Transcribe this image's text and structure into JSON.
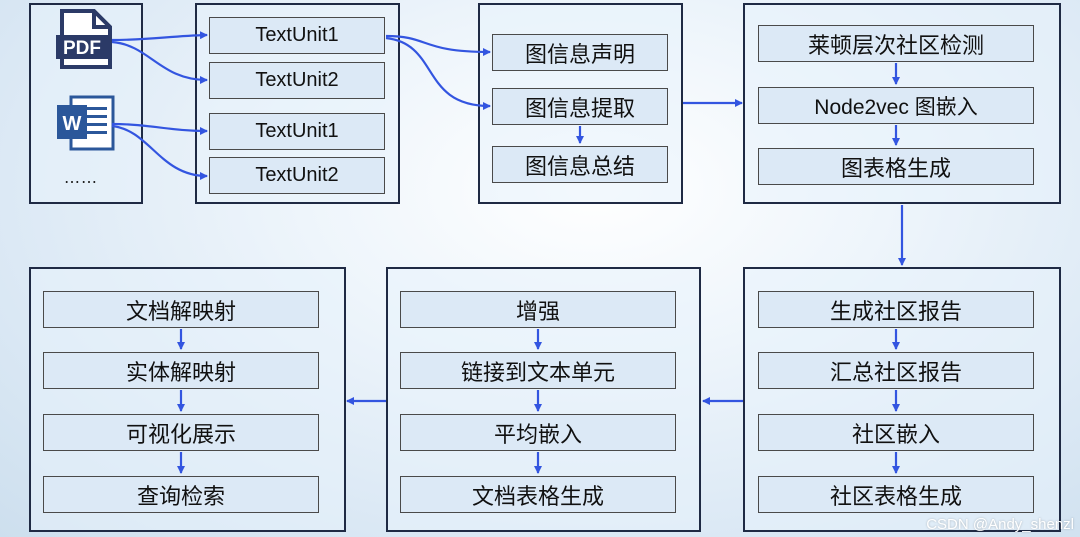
{
  "sources": {
    "pdf_label": "PDF",
    "word_label": "W",
    "more": "……"
  },
  "text_units": [
    "TextUnit1",
    "TextUnit2",
    "TextUnit1",
    "TextUnit2"
  ],
  "graph_extraction": [
    "图信息声明",
    "图信息提取",
    "图信息总结"
  ],
  "graph_processing": [
    "莱顿层次社区检测",
    "Node2vec 图嵌入",
    "图表格生成"
  ],
  "community": [
    "生成社区报告",
    "汇总社区报告",
    "社区嵌入",
    "社区表格生成"
  ],
  "documents": [
    "增强",
    "链接到文本单元",
    "平均嵌入",
    "文档表格生成"
  ],
  "output": [
    "文档解映射",
    "实体解映射",
    "可视化展示",
    "查询检索"
  ],
  "watermark": "CSDN @Andy_shenzl",
  "colors": {
    "arrow": "#3355e0",
    "panel_border": "#1f2a44",
    "box_fill": "#dce9f6",
    "pdf": "#2b3a67",
    "word": "#2b579a"
  }
}
